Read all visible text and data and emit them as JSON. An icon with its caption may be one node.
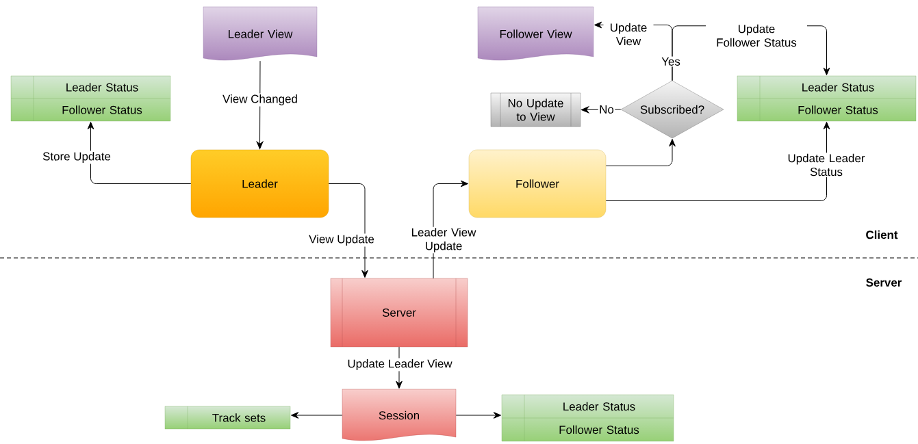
{
  "diagram": {
    "nodes": [
      {
        "text": [
          "Leader View"
        ]
      },
      {
        "text": [
          "Leader Status",
          "Follower Status"
        ]
      },
      {
        "text": [
          "Leader"
        ]
      },
      {
        "text": [
          "Follower View"
        ]
      },
      {
        "text": [
          "No Update to View"
        ]
      },
      {
        "text": [
          "Subscribed?"
        ]
      },
      {
        "text": [
          "Leader Status",
          "Follower Status"
        ]
      },
      {
        "text": [
          "Follower"
        ]
      },
      {
        "text": [
          "Server"
        ]
      },
      {
        "text": [
          "Session"
        ]
      },
      {
        "text": [
          "Track sets"
        ]
      },
      {
        "text": [
          "Leader Status",
          "Follower Status"
        ]
      }
    ],
    "edges": [
      {
        "from": 0,
        "to": 2,
        "arrow": "to",
        "label": "View Changed"
      },
      {
        "from": 2,
        "to": 1,
        "arrow": "to",
        "label": "Store Update"
      },
      {
        "from": 2,
        "to": 8,
        "arrow": "to",
        "label": "View Update"
      },
      {
        "from": 8,
        "to": 7,
        "arrow": "to",
        "label": "Leader View Update"
      },
      {
        "from": 7,
        "to": 5,
        "arrow": "to"
      },
      {
        "from": 5,
        "to": 4,
        "arrow": "to",
        "label": "No"
      },
      {
        "from": 5,
        "to": 3,
        "arrow": "to",
        "label": "Update View"
      },
      {
        "from": 5,
        "to": 6,
        "arrow": "to",
        "label": "Update Follower Status"
      },
      {
        "from": 7,
        "to": 6,
        "arrow": "to",
        "label": "Update Leader Status"
      },
      {
        "from": 8,
        "to": 9,
        "arrow": "to",
        "label": "Update Leader View"
      },
      {
        "from": 9,
        "to": 10,
        "arrow": "to"
      },
      {
        "from": 9,
        "to": 11,
        "arrow": "to"
      }
    ],
    "labels": [
      "Client",
      "Server",
      "Yes"
    ]
  }
}
